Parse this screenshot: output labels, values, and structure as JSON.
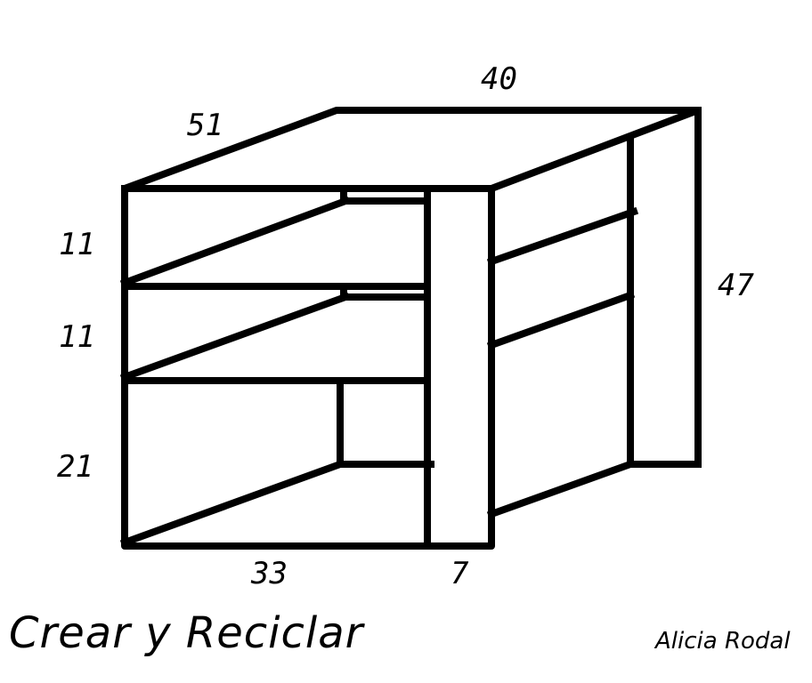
{
  "diagram": {
    "subject": "shelf-unit-isometric-sketch",
    "stroke_color": "#000000",
    "background": "#ffffff",
    "dimensions": {
      "top_width": "40",
      "depth": "51",
      "height": "47",
      "shelf_1": "11",
      "shelf_2": "11",
      "bottom_space": "21",
      "front_opening_width": "33",
      "side_panel_width": "7"
    }
  },
  "footer": {
    "title": "Crear y Reciclar",
    "author": "Alicia Rodal"
  }
}
